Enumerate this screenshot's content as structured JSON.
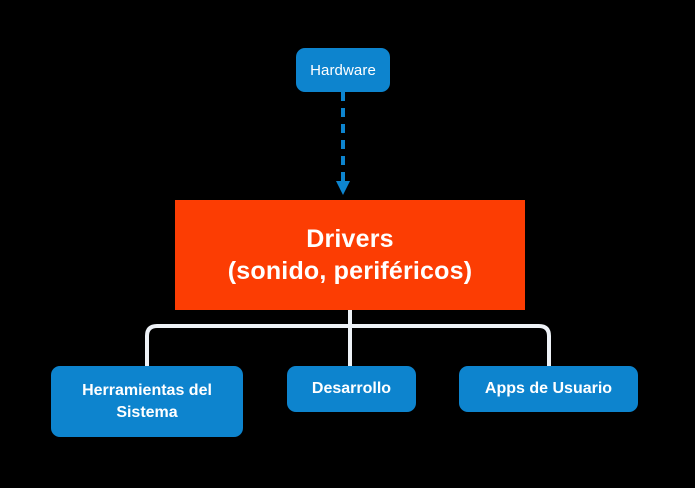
{
  "diagram": {
    "type": "hierarchy-tree",
    "background_color": "#000000",
    "palette": {
      "node_blue": "#0d84ce",
      "node_orange": "#fc3d03",
      "text": "#ffffff",
      "connector_white": "#eef2f7",
      "arrow_blue": "#0d84ce"
    },
    "nodes": {
      "hardware": {
        "label": "Hardware",
        "color": "#0d84ce",
        "shape": "rounded-rect"
      },
      "drivers": {
        "label_line1": "Drivers",
        "label_line2": "(sonido, periféricos)",
        "color": "#fc3d03",
        "shape": "rect"
      },
      "herramientas": {
        "label": "Herramientas del Sistema",
        "color": "#0d84ce",
        "shape": "rounded-rect"
      },
      "desarrollo": {
        "label": "Desarrollo",
        "color": "#0d84ce",
        "shape": "rounded-rect"
      },
      "apps": {
        "label": "Apps de Usuario",
        "color": "#0d84ce",
        "shape": "rounded-rect"
      }
    },
    "connectors": [
      {
        "name": "hardware-to-drivers",
        "from": "hardware",
        "to": "drivers",
        "style": "dashed",
        "color": "#0d84ce",
        "arrowhead": "down"
      },
      {
        "name": "drivers-to-herramientas",
        "from": "drivers",
        "to": "herramientas",
        "style": "solid",
        "color": "#eef2f7",
        "arrowhead": "none"
      },
      {
        "name": "drivers-to-desarrollo",
        "from": "drivers",
        "to": "desarrollo",
        "style": "solid",
        "color": "#eef2f7",
        "arrowhead": "none"
      },
      {
        "name": "drivers-to-apps",
        "from": "drivers",
        "to": "apps",
        "style": "solid",
        "color": "#eef2f7",
        "arrowhead": "none"
      }
    ]
  }
}
